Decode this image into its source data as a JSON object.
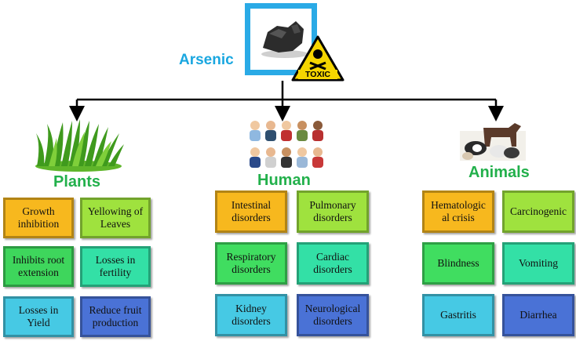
{
  "arsenic": {
    "label": "Arsenic",
    "toxic_label": "TOXIC"
  },
  "groups": {
    "plants": {
      "title": "Plants",
      "items": [
        "Growth inhibition",
        "Yellowing of Leaves",
        "Inhibits root extension",
        "Losses in fertility",
        "Losses in Yield",
        "Reduce fruit production"
      ]
    },
    "human": {
      "title": "Human",
      "items": [
        "Intestinal disorders",
        "Pulmonary disorders",
        "Respiratory disorders",
        "Cardiac disorders",
        "Kidney disorders",
        "Neurological disorders"
      ]
    },
    "animals": {
      "title": "Animals",
      "items": [
        "Hematologic al crisis",
        "Carcinogenic",
        "Blindness",
        "Vomiting",
        "Gastritis",
        "Diarrhea"
      ]
    }
  },
  "colors": {
    "title_blue": "#1aa7e0",
    "title_green": "#22b04b",
    "frame_blue": "#2aaae6"
  }
}
